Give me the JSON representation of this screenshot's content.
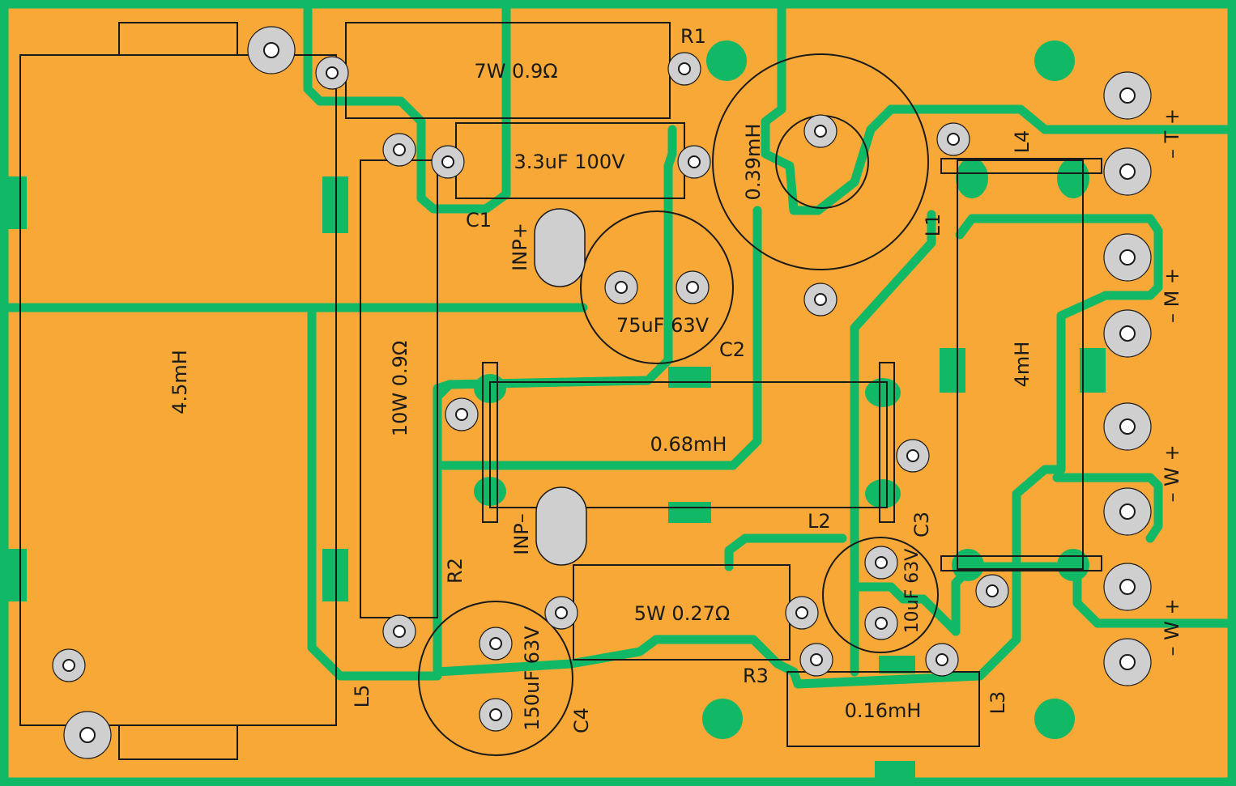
{
  "colors": {
    "board": "#f7a837",
    "copper": "#11b865",
    "pad": "#cfcfcf",
    "outline": "#1a1a1a"
  },
  "components": {
    "R1": {
      "ref": "R1",
      "value": "7W  0.9Ω"
    },
    "C1": {
      "ref": "C1",
      "value": "3.3uF 100V"
    },
    "C2": {
      "ref": "C2",
      "value": "75uF 63V"
    },
    "C3": {
      "ref": "C3",
      "value": "10uF 63V"
    },
    "C4": {
      "ref": "C4",
      "value": "150uF 63V"
    },
    "R2": {
      "ref": "R2",
      "value": "10W  0.9Ω"
    },
    "R3": {
      "ref": "R3",
      "value": "5W  0.27Ω"
    },
    "L1": {
      "ref": "L1",
      "value": "0.39mH"
    },
    "L2": {
      "ref": "L2",
      "value": "0.68mH"
    },
    "L3": {
      "ref": "L3",
      "value": "0.16mH"
    },
    "L4": {
      "ref": "L4",
      "value": "4mH"
    },
    "L5": {
      "ref": "L5",
      "value": "4.5mH"
    }
  },
  "inputs": {
    "positive": "INP+",
    "negative": "INP–"
  },
  "outputs": {
    "tweeter": "– T +",
    "mid": "– M +",
    "woofer_1": "– W +",
    "woofer_2": "– W +"
  }
}
